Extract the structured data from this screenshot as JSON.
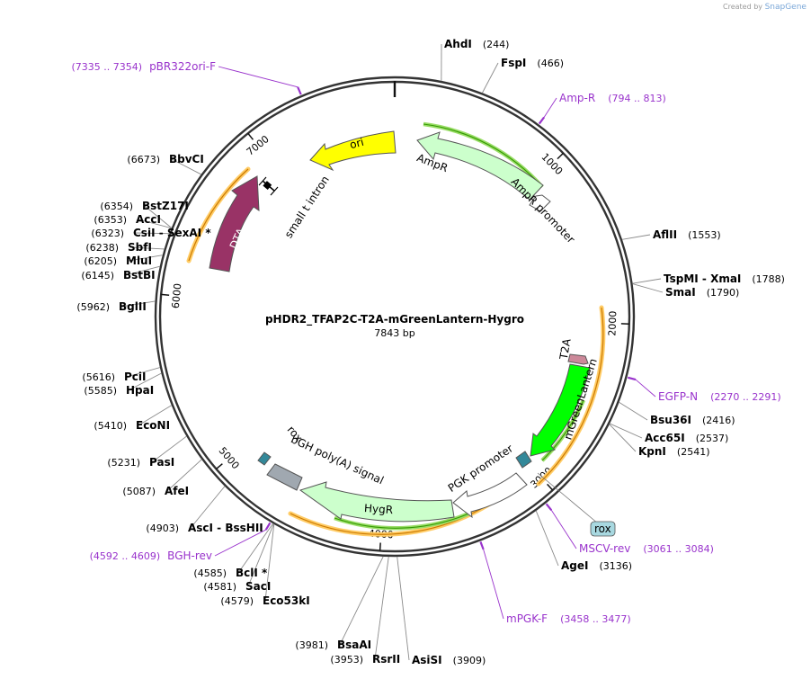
{
  "credit": {
    "created_by": "Created by",
    "brand": "SnapGene"
  },
  "plasmid": {
    "name": "pHDR2_TFAP2C-T2A-mGreenLantern-Hygro",
    "length_label": "7843 bp",
    "length": 7843
  },
  "colors": {
    "backbone": "#333333",
    "site_line": "#777777",
    "primer": "#9933cc",
    "primer_text": "#9933cc",
    "ori": "#ffff00",
    "ampr": "#ccffcc",
    "dta": "#993366",
    "gfp": "#00ff00",
    "hygr": "#ccffcc",
    "pgk": "#ffffff",
    "bgh": "#a0a8b0",
    "t2a": "#cc8899",
    "lox": "#338899",
    "orf": "#ff9900",
    "orf2": "#339900",
    "rox_box": "#a8d8e0"
  },
  "ticks": [
    {
      "bp": 1000,
      "label": "1000"
    },
    {
      "bp": 2000,
      "label": "2000"
    },
    {
      "bp": 3000,
      "label": "3000"
    },
    {
      "bp": 4000,
      "label": "4000"
    },
    {
      "bp": 5000,
      "label": "5000"
    },
    {
      "bp": 6000,
      "label": "6000"
    },
    {
      "bp": 7000,
      "label": "7000"
    }
  ],
  "sites": [
    {
      "name": "AhdI",
      "pos": "(244)",
      "bp": 244,
      "side": "right"
    },
    {
      "name": "FspI",
      "pos": "(466)",
      "bp": 466,
      "side": "right"
    },
    {
      "name": "AflII",
      "pos": "(1553)",
      "bp": 1553,
      "side": "right"
    },
    {
      "name": "TspMI  - XmaI",
      "pos": "(1788)",
      "bp": 1788,
      "side": "right"
    },
    {
      "name": "SmaI",
      "pos": "(1790)",
      "bp": 1790,
      "side": "right"
    },
    {
      "name": "Bsu36I",
      "pos": "(2416)",
      "bp": 2416,
      "side": "right"
    },
    {
      "name": "Acc65I",
      "pos": "(2537)",
      "bp": 2537,
      "side": "right"
    },
    {
      "name": "KpnI",
      "pos": "(2541)",
      "bp": 2541,
      "side": "right"
    },
    {
      "name": "AgeI",
      "pos": "(3136)",
      "bp": 3136,
      "side": "right"
    },
    {
      "name": "AsiSI",
      "pos": "(3909)",
      "bp": 3909,
      "side": "right"
    },
    {
      "name": "RsrII",
      "pos": "(3953)",
      "bp": 3953,
      "side": "left"
    },
    {
      "name": "BsaAI",
      "pos": "(3981)",
      "bp": 3981,
      "side": "left"
    },
    {
      "name": "Eco53kI",
      "pos": "(4579)",
      "bp": 4579,
      "side": "left"
    },
    {
      "name": "SacI",
      "pos": "(4581)",
      "bp": 4581,
      "side": "left"
    },
    {
      "name": "BclI *",
      "pos": "(4585)",
      "bp": 4585,
      "side": "left"
    },
    {
      "name": "AscI  - BssHII",
      "pos": "(4903)",
      "bp": 4903,
      "side": "left"
    },
    {
      "name": "AfeI",
      "pos": "(5087)",
      "bp": 5087,
      "side": "left"
    },
    {
      "name": "PasI",
      "pos": "(5231)",
      "bp": 5231,
      "side": "left"
    },
    {
      "name": "EcoNI",
      "pos": "(5410)",
      "bp": 5410,
      "side": "left"
    },
    {
      "name": "HpaI",
      "pos": "(5585)",
      "bp": 5585,
      "side": "left"
    },
    {
      "name": "PciI",
      "pos": "(5616)",
      "bp": 5616,
      "side": "left"
    },
    {
      "name": "BglII",
      "pos": "(5962)",
      "bp": 5962,
      "side": "left"
    },
    {
      "name": "BstBI",
      "pos": "(6145)",
      "bp": 6145,
      "side": "left"
    },
    {
      "name": "MluI",
      "pos": "(6205)",
      "bp": 6205,
      "side": "left"
    },
    {
      "name": "SbfI",
      "pos": "(6238)",
      "bp": 6238,
      "side": "left"
    },
    {
      "name": "CsiI  - SexAI *",
      "pos": "(6323)",
      "bp": 6323,
      "side": "left"
    },
    {
      "name": "AccI",
      "pos": "(6353)",
      "bp": 6353,
      "side": "left"
    },
    {
      "name": "BstZ17I",
      "pos": "(6354)",
      "bp": 6354,
      "side": "left"
    },
    {
      "name": "BbvCI",
      "pos": "(6673)",
      "bp": 6673,
      "side": "left"
    }
  ],
  "primers": [
    {
      "name": "pBR322ori-F",
      "range": "(7335 .. 7354)",
      "bp": 7344,
      "side": "left"
    },
    {
      "name": "Amp-R",
      "range": "(794 .. 813)",
      "bp": 803,
      "side": "right"
    },
    {
      "name": "EGFP-N",
      "range": "(2270 .. 2291)",
      "bp": 2280,
      "side": "right"
    },
    {
      "name": "MSCV-rev",
      "range": "(3061 .. 3084)",
      "bp": 3072,
      "side": "right"
    },
    {
      "name": "mPGK-F",
      "range": "(3458 .. 3477)",
      "bp": 3467,
      "side": "right"
    },
    {
      "name": "BGH-rev",
      "range": "(4592 .. 4609)",
      "bp": 4600,
      "side": "left"
    }
  ],
  "features": [
    {
      "name": "ori",
      "type": "ori"
    },
    {
      "name": "AmpR",
      "type": "ampr"
    },
    {
      "name": "AmpR promoter",
      "type": "pgk"
    },
    {
      "name": "T2A",
      "type": "t2a"
    },
    {
      "name": "mGreenLantern",
      "type": "gfp"
    },
    {
      "name": "PGK promoter",
      "type": "pgk"
    },
    {
      "name": "HygR",
      "type": "hygr"
    },
    {
      "name": "bGH poly(A) signal",
      "type": "bgh"
    },
    {
      "name": "rox",
      "type": "lox"
    },
    {
      "name": "rox",
      "type": "lox"
    },
    {
      "name": "DTA",
      "type": "dta"
    },
    {
      "name": "small t intron",
      "type": "intron"
    }
  ]
}
